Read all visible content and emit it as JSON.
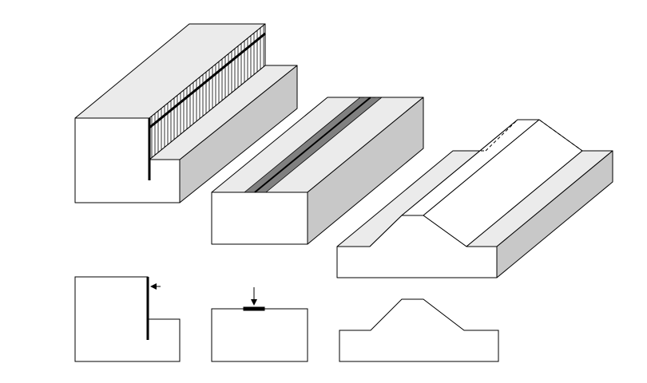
{
  "colors": {
    "background": "#ffffff",
    "stroke": "#000000",
    "top_face": "#ebebeb",
    "side_face": "#c8c8c8",
    "front_face": "#ffffff",
    "strip_fill": "#808080",
    "hatch_fill": "#ffffff"
  },
  "figures": [
    {
      "name": "fence-wall-block",
      "view": "isometric"
    },
    {
      "name": "strip-slab-block",
      "view": "isometric"
    },
    {
      "name": "ridge-block",
      "view": "isometric"
    },
    {
      "name": "fence-wall-section",
      "view": "cross-section"
    },
    {
      "name": "strip-slab-section",
      "view": "cross-section"
    },
    {
      "name": "ridge-section",
      "view": "cross-section"
    }
  ]
}
